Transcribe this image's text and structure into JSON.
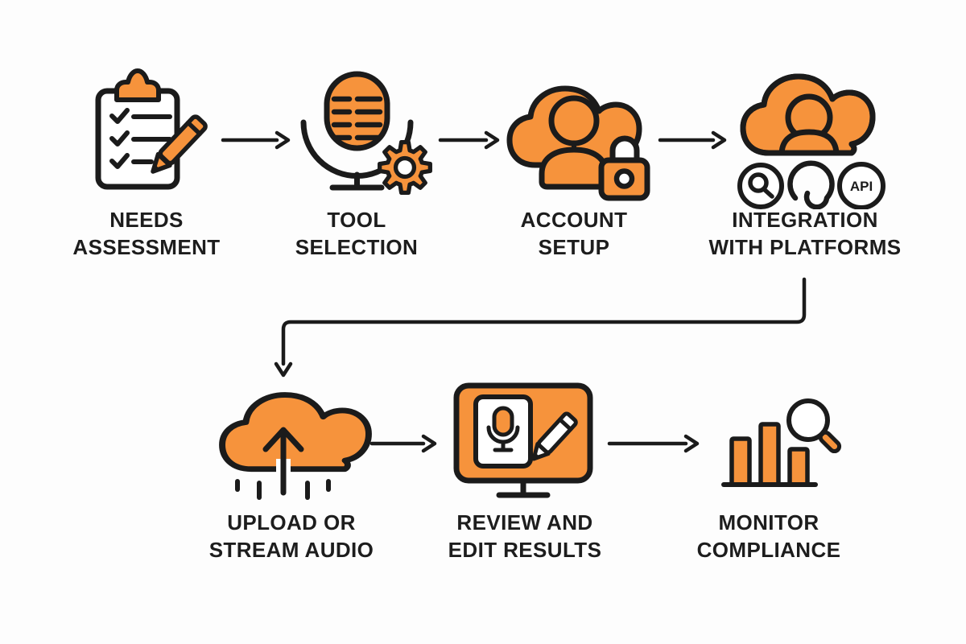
{
  "page": {
    "type": "process-flow-infographic",
    "background": "#FDFDFD"
  },
  "colors": {
    "accent_orange": "#F6933C",
    "outline_ink": "#1B1B1B",
    "label_text": "#1D1D1D",
    "white": "#FFFFFF"
  },
  "steps": [
    {
      "icon": "clipboard-checklist-pencil-icon",
      "label_line1": "NEEDS",
      "label_line2": "ASSESSMENT"
    },
    {
      "icon": "microphone-gear-icon",
      "label_line1": "TOOL",
      "label_line2": "SELECTION"
    },
    {
      "icon": "cloud-user-lock-icon",
      "label_line1": "ACCOUNT",
      "label_line2": "SETUP"
    },
    {
      "icon": "cloud-user-icon",
      "label_line1": "INTEGRATION",
      "label_line2": "WITH PLATFORMS",
      "badges": [
        {
          "icon": "search-circle-icon"
        },
        {
          "icon": "curl-hook-icon"
        },
        {
          "icon": "api-circle-badge",
          "label": "API"
        }
      ]
    },
    {
      "icon": "cloud-upload-arrow-icon",
      "label_line1": "UPLOAD OR",
      "label_line2": "STREAM AUDIO"
    },
    {
      "icon": "monitor-mic-pencil-icon",
      "label_line1": "REVIEW AND",
      "label_line2": "EDIT RESULTS"
    },
    {
      "icon": "bar-chart-magnifier-icon",
      "label_line1": "MONITOR",
      "label_line2": "COMPLIANCE"
    }
  ],
  "connections": [
    {
      "from": "NEEDS ASSESSMENT",
      "to": "TOOL SELECTION",
      "style": "straight-arrow"
    },
    {
      "from": "TOOL SELECTION",
      "to": "ACCOUNT SETUP",
      "style": "straight-arrow"
    },
    {
      "from": "ACCOUNT SETUP",
      "to": "INTEGRATION WITH PLATFORMS",
      "style": "straight-arrow"
    },
    {
      "from": "INTEGRATION WITH PLATFORMS",
      "to": "UPLOAD OR STREAM AUDIO",
      "style": "elbow-arrow"
    },
    {
      "from": "UPLOAD OR STREAM AUDIO",
      "to": "REVIEW AND EDIT RESULTS",
      "style": "straight-arrow"
    },
    {
      "from": "REVIEW AND EDIT RESULTS",
      "to": "MONITOR COMPLIANCE",
      "style": "straight-arrow"
    }
  ]
}
